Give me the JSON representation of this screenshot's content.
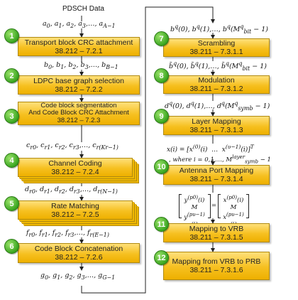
{
  "header": "PDSCH Data",
  "left_blocks": [
    {
      "n": "1",
      "line1": "Transport block CRC attachment",
      "line2": "",
      "ref": "38.212 – 7.2.1"
    },
    {
      "n": "2",
      "line1": "LDPC base graph selection",
      "line2": "",
      "ref": "38.212 – 7.2.2"
    },
    {
      "n": "3",
      "line1": "Code block segmentation",
      "line2": "And Code Block CRC Attachment",
      "ref": "38.212 – 7.2.3"
    },
    {
      "n": "4",
      "line1": "Channel Coding",
      "line2": "",
      "ref": "38.212 – 7.2.4"
    },
    {
      "n": "5",
      "line1": "Rate Matching",
      "line2": "",
      "ref": "38.212 – 7.2.5"
    },
    {
      "n": "6",
      "line1": "Code Block Concatenation",
      "line2": "",
      "ref": "38.212 – 7.2.6"
    }
  ],
  "right_blocks": [
    {
      "n": "7",
      "line1": "Scrambling",
      "line2": "",
      "ref": "38.211 – 7.3.1.1"
    },
    {
      "n": "8",
      "line1": "Modulation",
      "line2": "",
      "ref": "38.211 – 7.3.1.2"
    },
    {
      "n": "9",
      "line1": "Layer Mapping",
      "line2": "",
      "ref": "38.211 – 7.3.1.3"
    },
    {
      "n": "10",
      "line1": "Antenna Port Mapping",
      "line2": "",
      "ref": "38.211 – 7.3.1.4"
    },
    {
      "n": "11",
      "line1": "Mapping to VRB",
      "line2": "",
      "ref": "38.211 – 7.3.1.5"
    },
    {
      "n": "12",
      "line1": "Mapping from VRB to PRB",
      "line2": "",
      "ref": "38.211 – 7.3.1.6"
    }
  ],
  "sequences": {
    "a": "a₀, a₁, a₂, a₃,…, a_{A−1}",
    "b": "b₀, b₁, b₂, b₃,…, b_{B−1}",
    "c": "c_{r0}, c_{r1}, c_{r2}, c_{r3},…, c_{r(Kr−1)}",
    "d": "d_{r0}, d_{r1}, d_{r2}, d_{r3},…, d_{r(N−1)}",
    "f": "f_{r0}, f_{r1}, f_{r2}, f_{r3},…, f_{r(E−1)}",
    "g": "g₀, g₁, g₂, g₃,…, g_{G−1}",
    "bq": "b^q(0), b^q(1),…, b^q(M^q_bit − 1)",
    "btq": "b̃^q(0), b̃^q(1),…, b̃^q(M^q_bit − 1)",
    "dq": "d^q(0), d^q(1),…, d^q(M^q_symb − 1)",
    "xi": "x(i) = [x^(0)(i) … x^(υ−1)(i)]^T",
    "where": ", where i = 0,1,…, M^layer_symb − 1"
  },
  "matrix": {
    "left": [
      "y^(p0)(i)",
      "M",
      "y^(pυ−1)(i)"
    ],
    "eq": "=",
    "right": [
      "x^(p0)(i)",
      "M",
      "x^(pυ−1)(i)"
    ]
  }
}
